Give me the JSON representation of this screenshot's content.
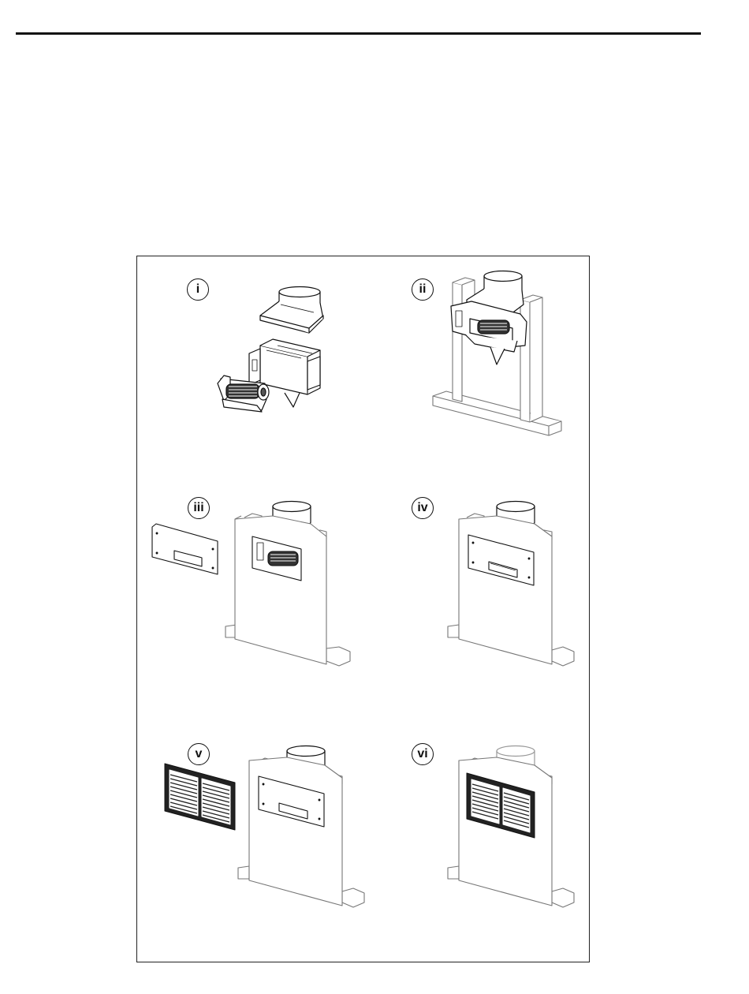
{
  "steps": [
    {
      "label": "i"
    },
    {
      "label": "ii"
    },
    {
      "label": "iii"
    },
    {
      "label": "iv"
    },
    {
      "label": "v"
    },
    {
      "label": "vi"
    }
  ]
}
